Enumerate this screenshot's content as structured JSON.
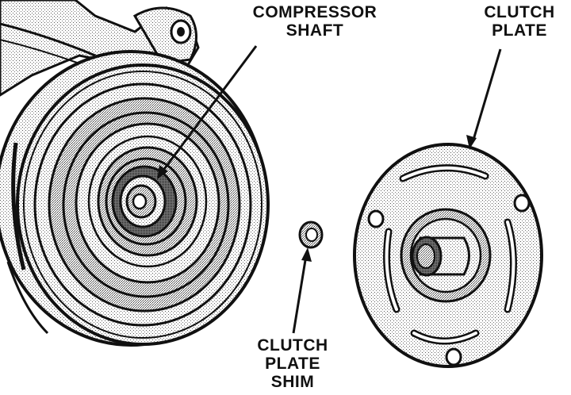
{
  "labels": {
    "compressor_shaft": [
      "COMPRESSOR",
      "SHAFT"
    ],
    "clutch_plate": [
      "CLUTCH",
      "PLATE"
    ],
    "clutch_plate_shim": [
      "CLUTCH",
      "PLATE",
      "SHIM"
    ]
  },
  "colors": {
    "ink": "#111111",
    "stipple": "#8a8a8a",
    "background": "#ffffff"
  }
}
